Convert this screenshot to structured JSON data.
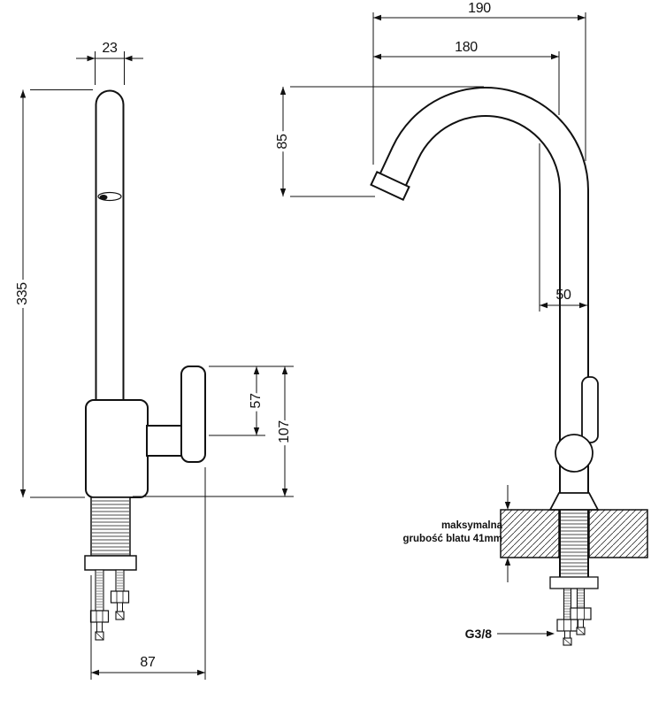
{
  "diagram": {
    "left_view": {
      "dim_spout_width": "23",
      "dim_total_height": "335",
      "dim_handle_upper": "57",
      "dim_handle_total": "107",
      "dim_base_width": "87"
    },
    "right_view": {
      "dim_reach_outer": "190",
      "dim_reach_inner": "180",
      "dim_arc_height": "85",
      "dim_offset": "50",
      "countertop_note_line1": "maksymalna",
      "countertop_note_line2": "grubość blatu 41mm",
      "thread_size": "G3/8"
    }
  }
}
